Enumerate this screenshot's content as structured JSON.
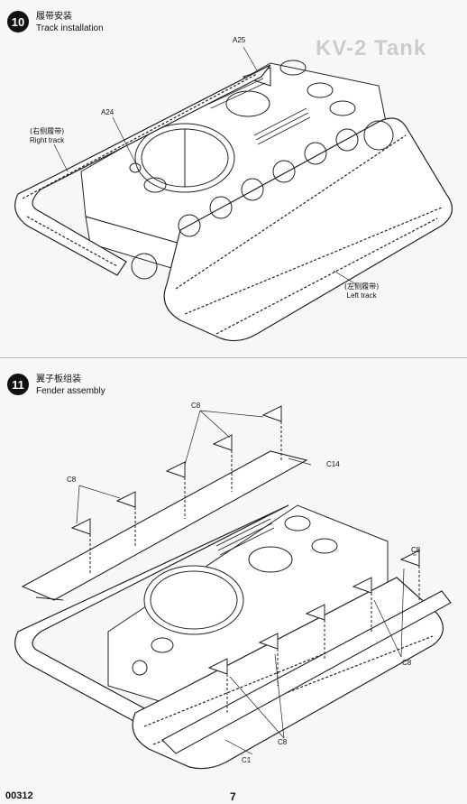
{
  "step10": {
    "number": "10",
    "title_zh": "履带安装",
    "title_en": "Track installation",
    "callouts": {
      "a25": "A25",
      "a24": "A24",
      "right_zh": "(右侧履带)",
      "right_en": "Right track",
      "left_zh": "(左侧履带)",
      "left_en": "Left track"
    },
    "ghost_title": "KV-2 Tank"
  },
  "step11": {
    "number": "11",
    "title_zh": "翼子板组装",
    "title_en": "Fender assembly",
    "callouts": {
      "c8_top": "C8",
      "c8_left": "C8",
      "c14": "C14",
      "c8_right": "C8",
      "c8_mid_right": "C8",
      "c8_bottom": "C8",
      "c1": "C1"
    }
  },
  "footer": {
    "code": "00312",
    "page": "7"
  }
}
